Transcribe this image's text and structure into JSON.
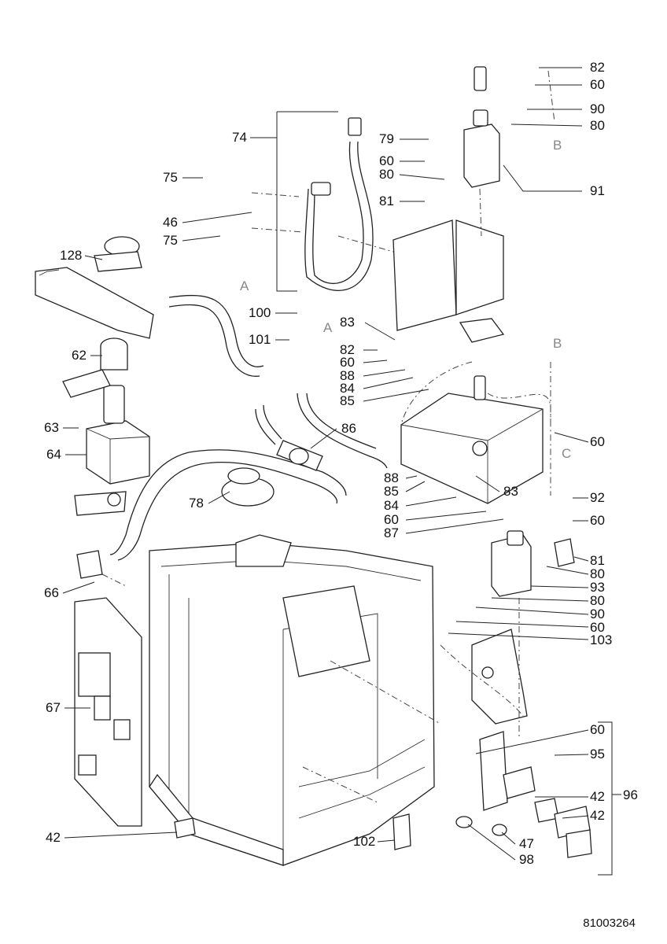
{
  "labels": {
    "p74": "74",
    "p75a": "75",
    "p46": "46",
    "p75b": "75",
    "p128": "128",
    "p62": "62",
    "p63": "63",
    "p64": "64",
    "p66": "66",
    "p67": "67",
    "p42a": "42",
    "p79": "79",
    "p60a": "60",
    "p80a": "80",
    "p81a": "81",
    "p82a": "82",
    "p60b": "60",
    "p90a": "90",
    "p80b": "80",
    "p91": "91",
    "p100": "100",
    "p101": "101",
    "p83a": "83",
    "p82b": "82",
    "p60c": "60",
    "p88a": "88",
    "p84a": "84",
    "p85a": "85",
    "p86": "86",
    "p78": "78",
    "p88b": "88",
    "p85b": "85",
    "p84b": "84",
    "p60d": "60",
    "p87": "87",
    "p83b": "83",
    "p60e": "60",
    "p92": "92",
    "p60f": "60",
    "p81b": "81",
    "p80c": "80",
    "p93": "93",
    "p80d": "80",
    "p90b": "90",
    "p60g": "60",
    "p103": "103",
    "p60h": "60",
    "p95": "95",
    "p42b": "42",
    "p96": "96",
    "p42c": "42",
    "p47": "47",
    "p98": "98",
    "p102": "102"
  },
  "connectors": {
    "a1": "A",
    "a2": "A",
    "b1": "B",
    "b2": "B",
    "c1": "C"
  },
  "document_number": "81003264"
}
